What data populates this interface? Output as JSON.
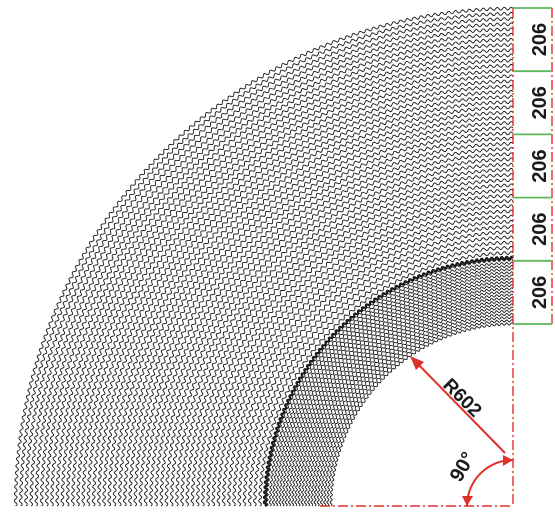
{
  "diagram": {
    "segment_dimensions": [
      "206",
      "206",
      "206",
      "206",
      "206"
    ],
    "radius_label": "R602",
    "angle_label": "90°",
    "colors": {
      "rings": "#1a1a1a",
      "dimension_ticks_green": "#5cb85c",
      "center_lines_red": "#e0302a",
      "text": "#1a1a1a"
    }
  }
}
